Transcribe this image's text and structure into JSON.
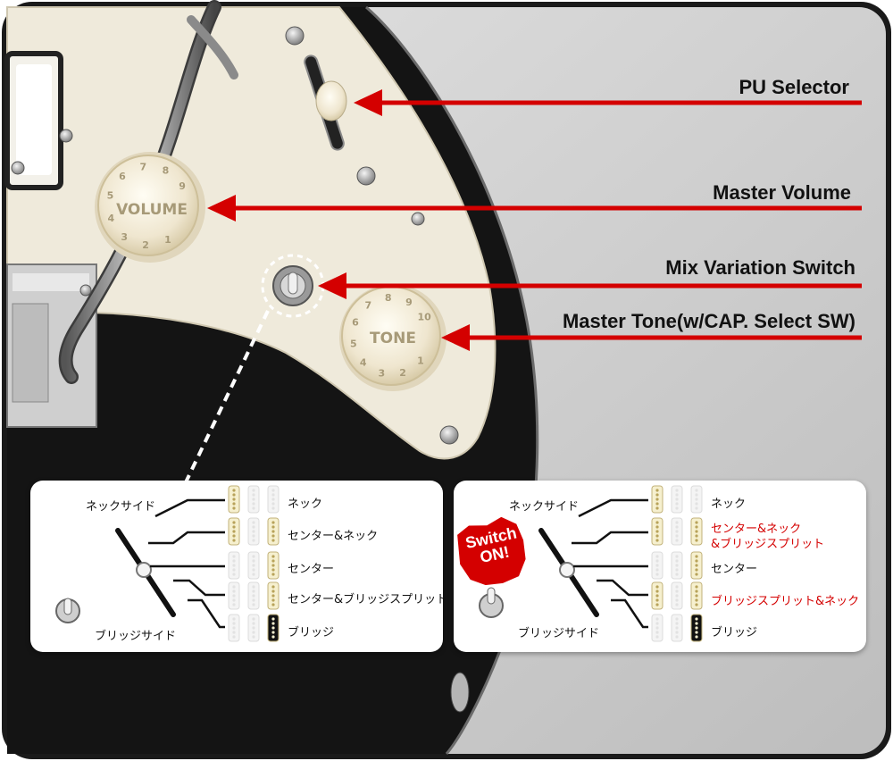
{
  "callouts": {
    "pu_selector": "PU Selector",
    "master_volume": "Master Volume",
    "mix_switch": "Mix Variation Switch",
    "master_tone": "Master Tone(w/CAP. Select  SW)"
  },
  "knobs": {
    "volume_label": "VOLUME",
    "tone_label": "TONE",
    "volume_numbers": [
      "1",
      "2",
      "3",
      "4",
      "5",
      "6",
      "7",
      "8",
      "9"
    ],
    "tone_numbers": [
      "1",
      "2",
      "3",
      "4",
      "5",
      "6",
      "7",
      "8",
      "9",
      "10"
    ]
  },
  "panel_left": {
    "neck_side": "ネックサイド",
    "bridge_side": "ブリッジサイド",
    "positions": [
      "ネック",
      "センター&ネック",
      "センター",
      "センター&ブリッジスプリット",
      "ブリッジ"
    ]
  },
  "panel_right": {
    "neck_side": "ネックサイド",
    "bridge_side": "ブリッジサイド",
    "badge_line1": "Switch",
    "badge_line2": "ON!",
    "positions": [
      "ネック",
      "センター&ネック",
      "&ブリッジスプリット",
      "センター",
      "ブリッジスプリット&ネック",
      "ブリッジ"
    ]
  },
  "colors": {
    "arrow": "#d40000",
    "background": "#c9c9c9",
    "pickguard": "#efeadb",
    "body": "#111111",
    "badge": "#d40000"
  }
}
